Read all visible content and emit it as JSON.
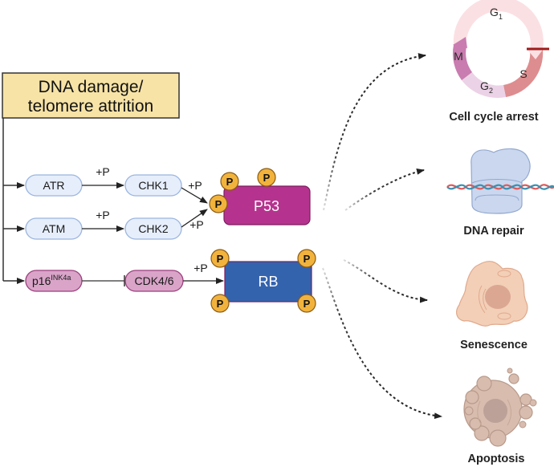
{
  "trigger": {
    "line1": "DNA damage/",
    "line2": "telomere attrition"
  },
  "pathways": [
    {
      "source": "ATR",
      "target": "CHK1",
      "edge_label": "+P",
      "to_effector_label": "+P"
    },
    {
      "source": "ATM",
      "target": "CHK2",
      "edge_label": "+P",
      "to_effector_label": "+P"
    },
    {
      "source_base": "p16",
      "source_sup": "INK4a",
      "target": "CDK4/6",
      "edge_type": "inhibition",
      "to_effector_label": "+P"
    }
  ],
  "effectors": {
    "p53": {
      "label": "P53",
      "phospho_label": "P",
      "phospho_count": 3
    },
    "rb": {
      "label": "RB",
      "phospho_label": "P",
      "phospho_count": 4
    }
  },
  "cell_cycle": {
    "phases": [
      {
        "name": "G",
        "sub": "1"
      },
      {
        "name": "S",
        "sub": ""
      },
      {
        "name": "G",
        "sub": "2"
      },
      {
        "name": "M",
        "sub": ""
      }
    ]
  },
  "outcomes": [
    {
      "label": "Cell cycle arrest",
      "icon": "cell-cycle-icon"
    },
    {
      "label": "DNA repair",
      "icon": "dna-repair-icon"
    },
    {
      "label": "Senescence",
      "icon": "senescent-cell-icon"
    },
    {
      "label": "Apoptosis",
      "icon": "apoptotic-cell-icon"
    }
  ],
  "colors": {
    "trigger_fill": "#f7e3a6",
    "kinase_fill": "#e6eefb",
    "kinase_stroke": "#9bb5e0",
    "inhibitor_fill": "#d9a4c8",
    "inhibitor_stroke": "#9c3f7d",
    "p53_fill": "#b5338e",
    "rb_fill": "#3463ae",
    "phospho_fill": "#f2b33d"
  }
}
